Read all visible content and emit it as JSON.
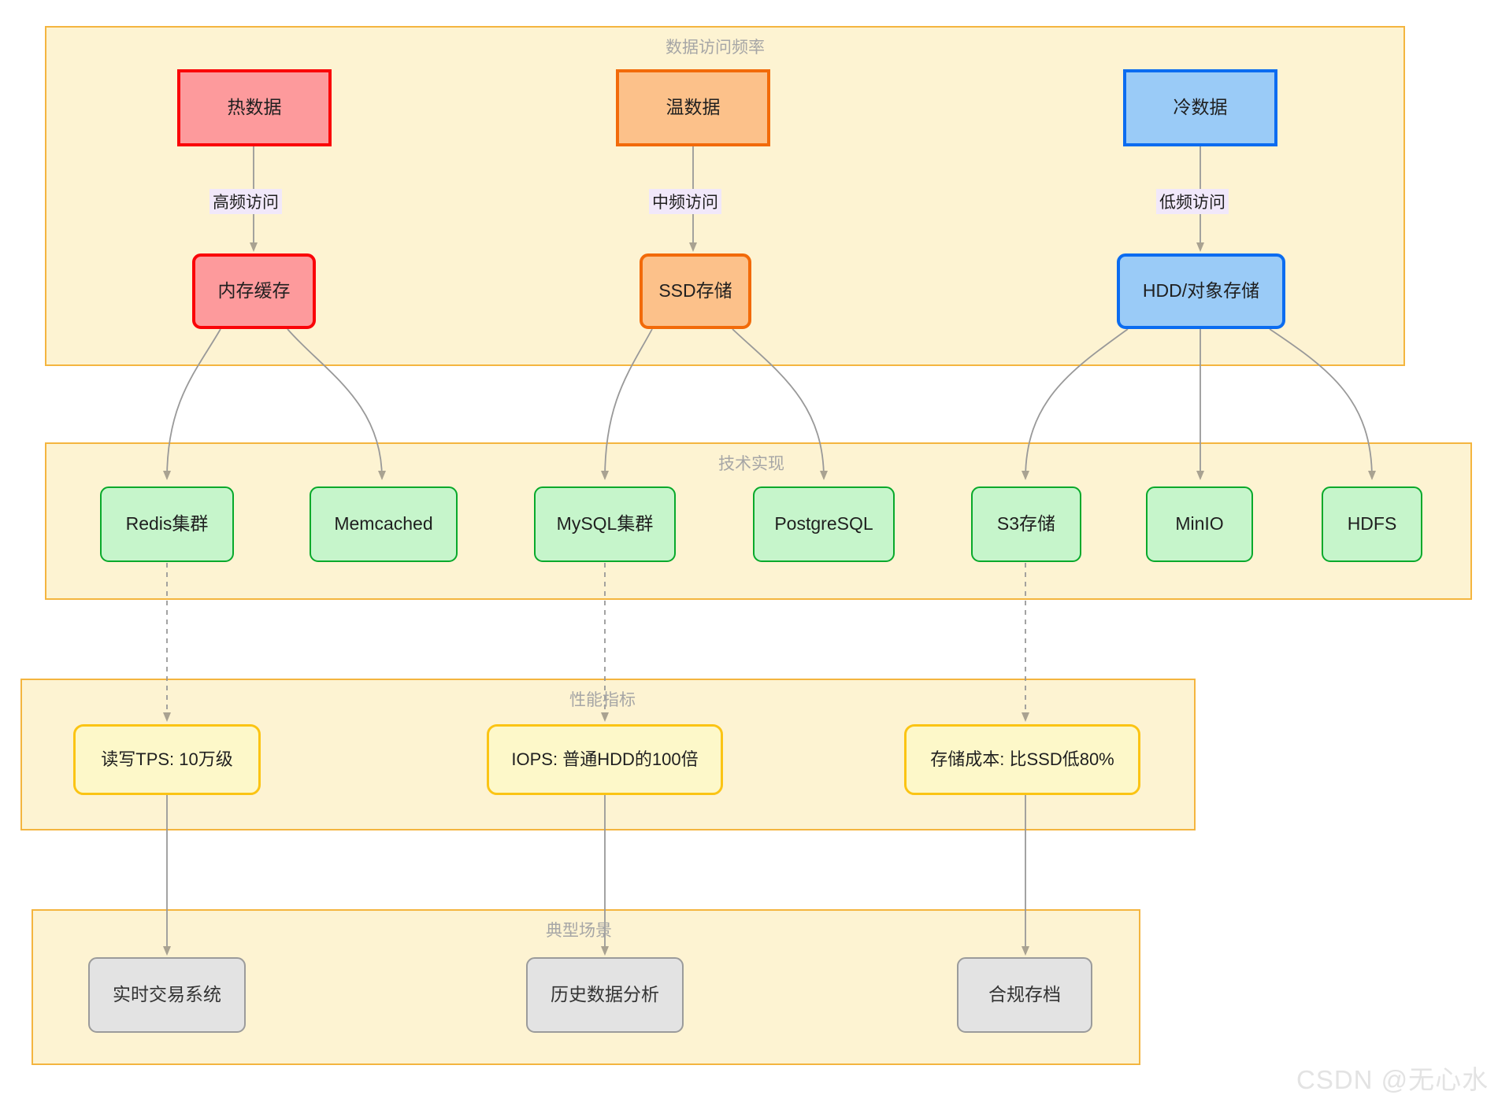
{
  "diagram": {
    "type": "flowchart",
    "title": "",
    "watermark": "CSDN @无心水",
    "colors": {
      "cluster_fill": "#fdf3d2",
      "cluster_stroke": "#f4b53f",
      "cluster_title": "#a6a6a6",
      "hot_fill": "#fd9a9c",
      "hot_stroke": "#fa0408",
      "warm_fill": "#fcc18a",
      "warm_stroke": "#f26a09",
      "cold_fill": "#9acbf7",
      "cold_stroke": "#0b6cf0",
      "tech_fill": "#c6f5cb",
      "tech_stroke": "#08a92b",
      "perf_fill": "#fdf8c9",
      "perf_stroke": "#fbc414",
      "scene_fill": "#e3e3e3",
      "scene_stroke": "#9b9b9b",
      "edge_stroke": "#999999",
      "edge_label_bg": "#f1e8fa"
    },
    "clusters": [
      {
        "id": "c1",
        "title": "数据访问频率"
      },
      {
        "id": "c2",
        "title": "技术实现"
      },
      {
        "id": "c3",
        "title": "性能指标"
      },
      {
        "id": "c4",
        "title": "典型场景"
      }
    ],
    "nodes": {
      "hot_data": "热数据",
      "warm_data": "温数据",
      "cold_data": "冷数据",
      "mem_cache": "内存缓存",
      "ssd_store": "SSD存储",
      "hdd_store": "HDD/对象存储",
      "redis": "Redis集群",
      "memcached": "Memcached",
      "mysql": "MySQL集群",
      "postgres": "PostgreSQL",
      "s3": "S3存储",
      "minio": "MinIO",
      "hdfs": "HDFS",
      "tps": "读写TPS: 10万级",
      "iops": "IOPS: 普通HDD的100倍",
      "cost": "存储成本: 比SSD低80%",
      "realtime": "实时交易系统",
      "history": "历史数据分析",
      "archive": "合规存档"
    },
    "edge_labels": {
      "high_freq": "高频访问",
      "mid_freq": "中频访问",
      "low_freq": "低频访问"
    }
  }
}
